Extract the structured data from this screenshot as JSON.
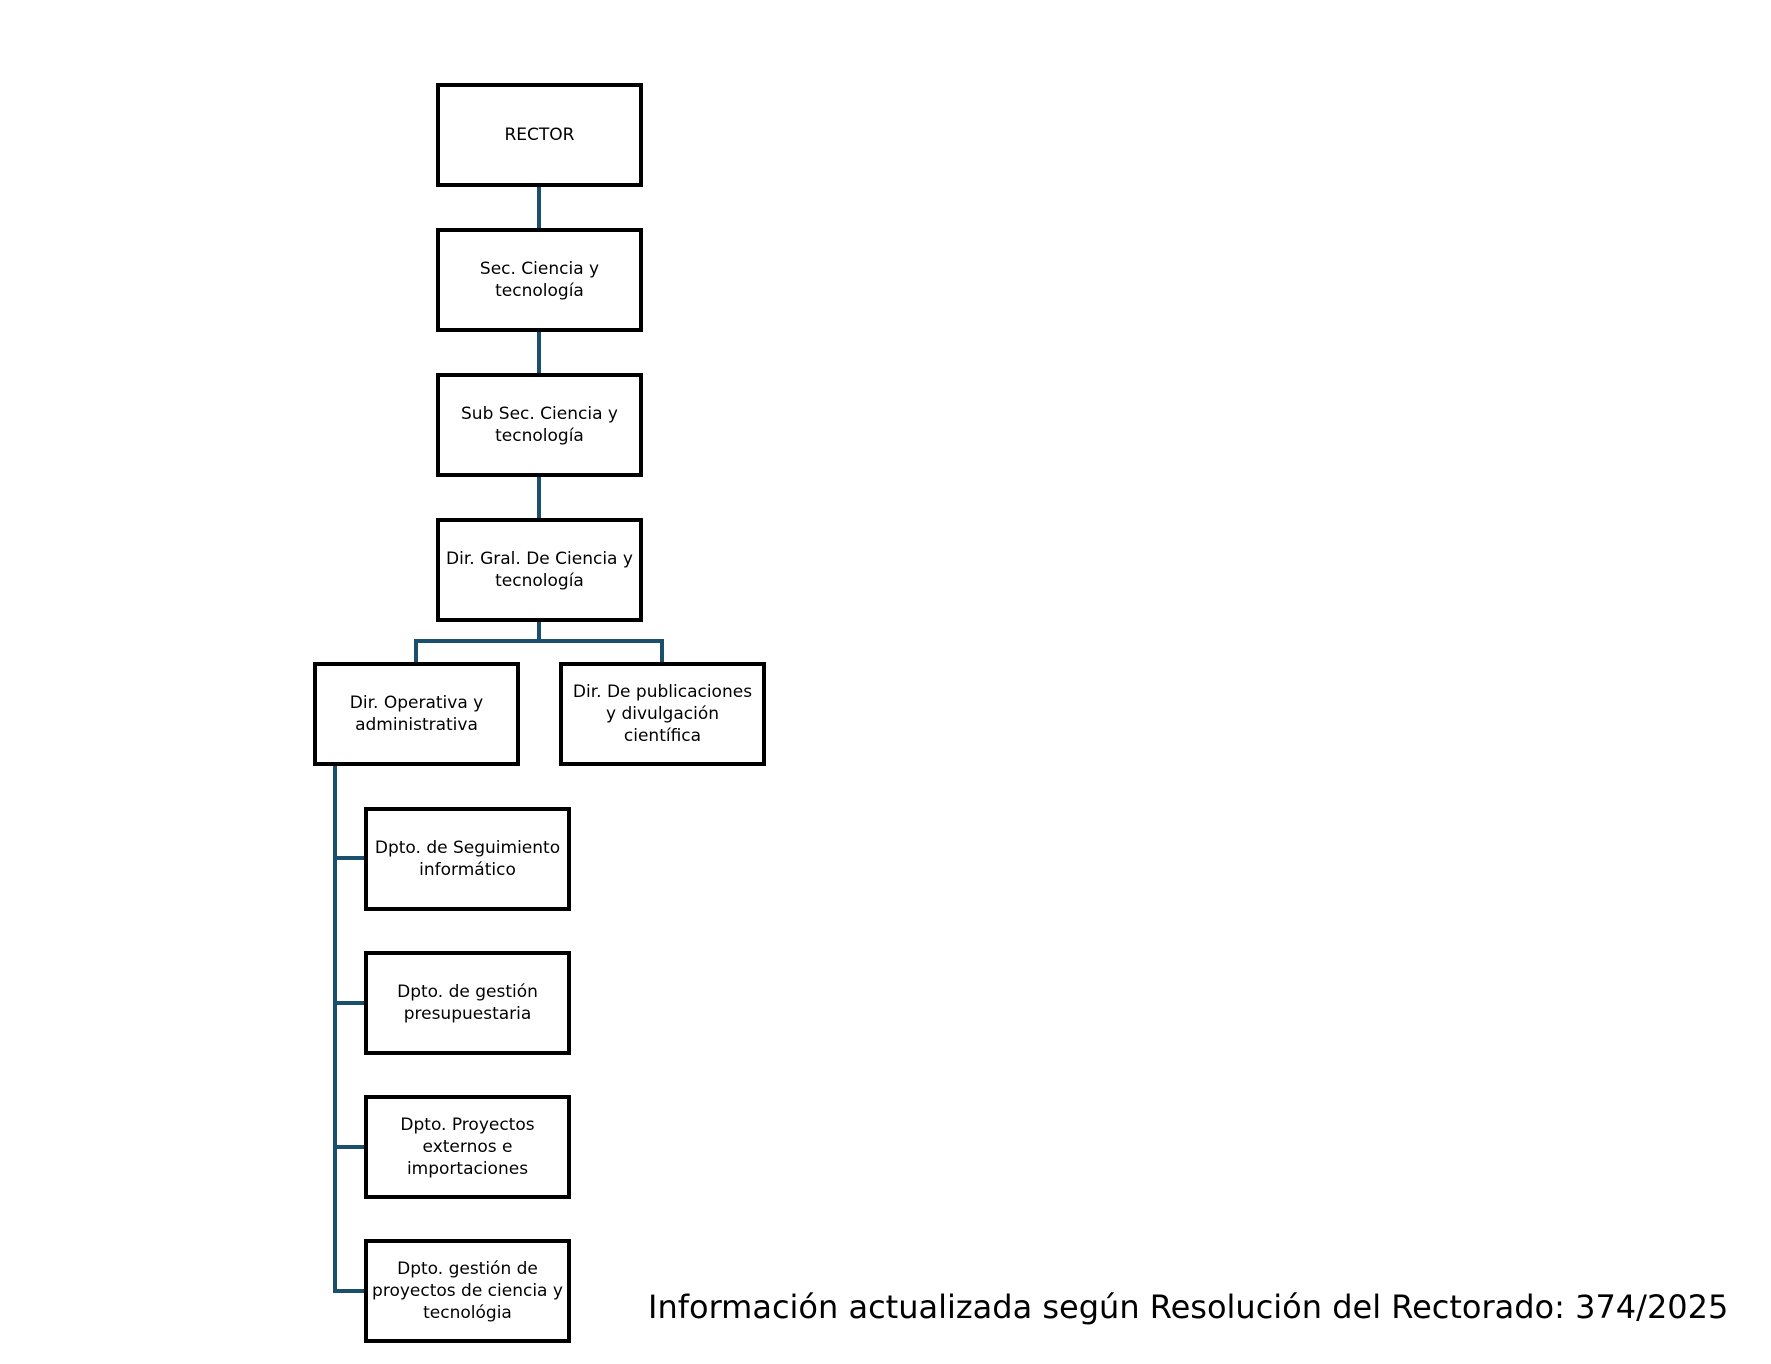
{
  "diagram": {
    "connector_color": "#1b4f6e",
    "border_color": "#000000",
    "nodes": {
      "rector": "RECTOR",
      "sec_ciencia": "Sec. Ciencia y tecnología",
      "subsec_ciencia": "Sub Sec. Ciencia y tecnología",
      "dir_gral": "Dir. Gral. De Ciencia y tecnología",
      "dir_operativa": "Dir. Operativa y administrativa",
      "dir_publicaciones": "Dir. De publicaciones y divulgación científica",
      "dpto_seguimiento": "Dpto. de Seguimiento informático",
      "dpto_presupuestaria": "Dpto. de gestión presupuestaria",
      "dpto_proyectos_externos": "Dpto. Proyectos externos e importaciones",
      "dpto_gestion_proyectos": "Dpto. gestión de proyectos de ciencia y tecnológia"
    }
  },
  "footer": {
    "note": "Información actualizada según Resolución del Rectorado: 374/2025"
  }
}
